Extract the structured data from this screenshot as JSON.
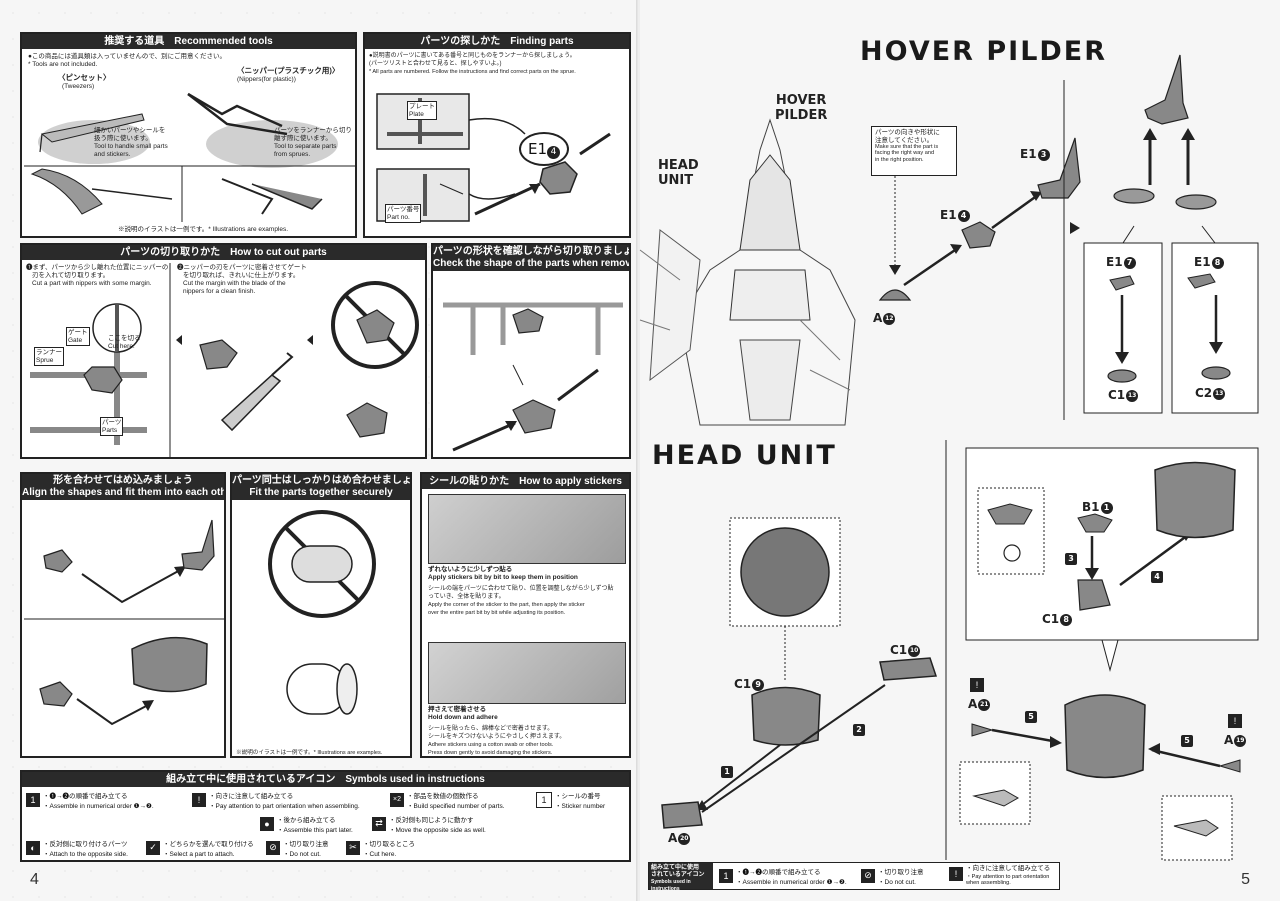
{
  "page_numbers": {
    "left": "4",
    "right": "5"
  },
  "recommended_tools": {
    "title": "推奨する道具　Recommended tools",
    "note_jp": "●この商品には道具類は入っていませんので、別にご用意ください。",
    "note_en": "* Tools are not included.",
    "tweezers_jp": "〈ピンセット〉",
    "tweezers_en": "(Tweezers)",
    "nippers_jp": "〈ニッパー(プラスチック用)〉",
    "nippers_en": "(Nippers(for plastic))",
    "tweezers_desc_jp1": "細かいパーツやシールを",
    "tweezers_desc_jp2": "扱う際に使います。",
    "tweezers_desc_en1": "Tool to handle small parts",
    "tweezers_desc_en2": "and stickers.",
    "nippers_desc_jp1": "パーツをランナーから切り",
    "nippers_desc_jp2": "離す際に使います。",
    "nippers_desc_en1": "Tool to separate parts",
    "nippers_desc_en2": "from sprues.",
    "example_note": "※説明のイラストは一例です。* Illustrations are examples."
  },
  "finding_parts": {
    "title": "パーツの探しかた　Finding parts",
    "desc_jp1": "●説明書のパーツに書いてある番号と同じものをランナーから探しましょう。",
    "desc_jp2": "(パーツリストと合わせて見ると、探しやすいよ。)",
    "desc_en": "* All parts are numbered. Follow the instructions and find correct parts on the sprue.",
    "plate_jp": "プレート",
    "plate_en": "Plate",
    "partno_jp": "パーツ番号",
    "partno_en": "Part no.",
    "callout": "E1",
    "callout_num": "4"
  },
  "cut_parts": {
    "title": "パーツの切り取りかた　How to cut out parts",
    "step1_jp1": "❶まず、パーツから少し離れた位置にニッパーの",
    "step1_jp2": "刃を入れて切り取ります。",
    "step1_en": "Cut a part with nippers with some margin.",
    "step2_jp1": "❷ニッパーの刃をパーツに密着させてゲート",
    "step2_jp2": "を切り取れば、きれいに仕上がります。",
    "step2_en1": "Cut the margin with the blade of the",
    "step2_en2": "nippers for a clean finish.",
    "gate_jp": "ゲート",
    "gate_en": "Gate",
    "cut_here_jp": "ここを切る",
    "cut_here_en": "Cut here.",
    "sprue_jp": "ランナー",
    "sprue_en": "Sprue",
    "parts_jp": "パーツ",
    "parts_en": "Parts"
  },
  "check_shape": {
    "title_jp": "パーツの形状を確認しながら切り取りましょう",
    "title_en": "Check the shape of the parts when removing them"
  },
  "align_shapes": {
    "title_jp": "形を合わせてはめ込みましょう",
    "title_en": "Align the shapes and fit them into each other"
  },
  "fit_together": {
    "title_jp": "パーツ同士はしっかりはめ合わせましょう",
    "title_en": "Fit the parts together securely",
    "example_note": "※説明のイラストは一例です。* Illustrations are examples."
  },
  "stickers": {
    "title": "シールの貼りかた　How to apply stickers",
    "tip1_jp": "ずれないように少しずつ貼る",
    "tip1_en": "Apply stickers bit by bit to keep them in position",
    "tip1_desc_jp1": "シールの端をパーツに合わせて貼り、位置を調整しながら少しずつ貼",
    "tip1_desc_jp2": "っていき、全体を貼ります。",
    "tip1_desc_en1": "Apply the corner of the sticker to the part, then apply the sticker",
    "tip1_desc_en2": "over the entire part bit by bit while adjusting its position.",
    "tip2_jp": "押さえて密着させる",
    "tip2_en": "Hold down and adhere",
    "tip2_desc_jp1": "シールを貼ったら、綿棒などで密着させます。",
    "tip2_desc_jp2": "シールをキズつけないようにやさしく押さえます。",
    "tip2_desc_en1": "Adhere stickers using a cotton swab or other tools.",
    "tip2_desc_en2": "Press down gently to avoid damaging the stickers."
  },
  "symbols": {
    "title": "組み立て中に使用されているアイコン　Symbols used in instructions",
    "items": [
      {
        "icon": "1",
        "jp": "・❶→❷の順番で組み立てる",
        "en": "・Assemble in numerical order ❶→❷."
      },
      {
        "icon": "!",
        "jp": "・向きに注意して組み立てる",
        "en": "・Pay attention to part orientation when assembling."
      },
      {
        "icon": "×2",
        "jp": "・部品を数値の個数作る",
        "en": "・Build specified number of parts."
      },
      {
        "icon": "1",
        "jp": "・シールの番号",
        "en": "・Sticker number"
      },
      {
        "icon": "●",
        "jp": "・後から組み立てる",
        "en": "・Assemble this part later."
      },
      {
        "icon": "⇄",
        "jp": "・反対側も同じように動かす",
        "en": "・Move the opposite side as well."
      },
      {
        "icon": "◐",
        "jp": "・反対側に取り付けるパーツ",
        "en": "・Attach to the opposite side."
      },
      {
        "icon": "✓",
        "jp": "・どちらかを選んで取り付ける",
        "en": "・Select a part to attach."
      },
      {
        "icon": "⊘",
        "jp": "・切り取り注意",
        "en": "・Do not cut."
      },
      {
        "icon": "✂",
        "jp": "・切り取るところ",
        "en": "・Cut here."
      }
    ]
  },
  "hover_pilder": {
    "heading": "HOVER PILDER",
    "label1": "HOVER",
    "label2": "PILDER",
    "head_unit_label1": "HEAD",
    "head_unit_label2": "UNIT",
    "note_jp1": "パーツの向きや形状に",
    "note_jp2": "注意してください。",
    "note_en1": "Make sure that the part is",
    "note_en2": "facing the right way and",
    "note_en3": "in the right position.",
    "parts": [
      {
        "code": "A",
        "num": "12"
      },
      {
        "code": "E1",
        "num": "4"
      },
      {
        "code": "E1",
        "num": "3"
      },
      {
        "code": "E1",
        "num": "7"
      },
      {
        "code": "E1",
        "num": "8"
      },
      {
        "code": "C1",
        "num": "13"
      },
      {
        "code": "C2",
        "num": "13"
      }
    ]
  },
  "head_unit": {
    "heading": "HEAD UNIT",
    "parts": [
      {
        "code": "C1",
        "num": "9"
      },
      {
        "code": "C1",
        "num": "10"
      },
      {
        "code": "A",
        "num": "20"
      },
      {
        "code": "B1",
        "num": "1"
      },
      {
        "code": "C1",
        "num": "8"
      },
      {
        "code": "A",
        "num": "21"
      },
      {
        "code": "A",
        "num": "19"
      }
    ],
    "steps": [
      "1",
      "2",
      "3",
      "4",
      "5",
      "5"
    ]
  },
  "footer_symbols": {
    "title_jp1": "組み立て中に使用",
    "title_jp2": "されているアイコン",
    "title_en": "Symbols used in instructions",
    "items": [
      {
        "icon": "1",
        "jp": "・❶→❷の順番で組み立てる",
        "en": "・Assemble in numerical order ❶→❷."
      },
      {
        "icon": "⊘",
        "jp": "・切り取り注意",
        "en": "・Do not cut."
      },
      {
        "icon": "!",
        "jp": "・向きに注意して組み立てる",
        "en1": "・Pay attention to part orientation",
        "en2": "when assembling."
      }
    ]
  }
}
